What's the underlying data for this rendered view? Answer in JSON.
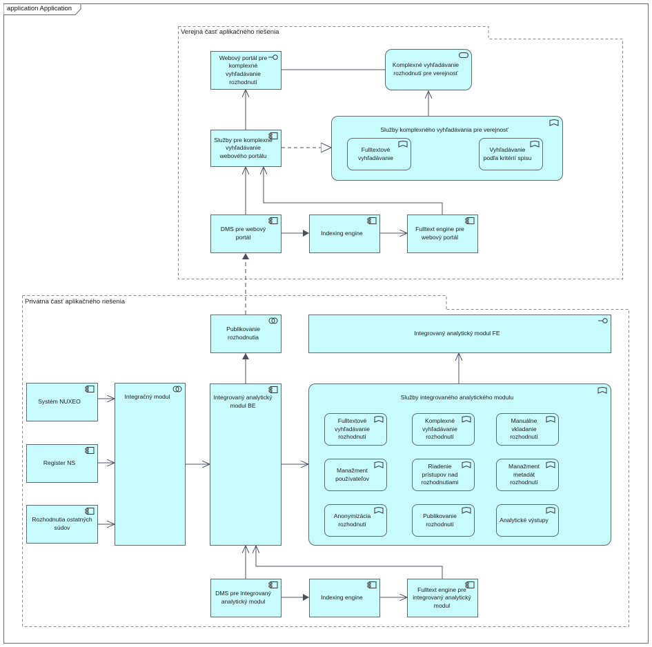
{
  "frame": {
    "title": "application Application"
  },
  "groups": {
    "public": "Verejná časť aplikačného riešenia",
    "private": "Privátna časť aplikačného riešenia"
  },
  "elements": {
    "web_portal": "Webový portál pre komplexné vyhľadávanie rozhodnutí",
    "complex_search_public": "Komplexné vyhľadávanie rozhodnutí pre verejnosť",
    "portal_services": "Služby pre komplexné vyhľadávanie webového portálu",
    "public_search_services": "Služby komplexného vyhľadávania pre verejnosť",
    "fulltext_search": "Fulltextové vyhľadávanie",
    "search_by_criteria": "Vyhľadávanie podľa kritérií spisu",
    "dms_web": "DMS pre webový portál",
    "indexing_engine_pub": "Indexing engine",
    "fulltext_engine_web": "Fulltext engine pre webový portál",
    "publish_decisions": "Publikovanie rozhodnutia",
    "analytics_fe": "Integrovaný analytický modul FE",
    "nuxeo": "Systém NUXEO",
    "register_ns": "Register NS",
    "other_courts": "Rozhodnutia ostatných súdov",
    "integration_module": "Integračný modul",
    "analytics_be": "Integrovaný analytický modul BE",
    "analytics_services": "Služby integrovaného analytického modulu",
    "svc_fulltext": "Fulltextové vyhľadávanie rozhodnutí",
    "svc_complex": "Komplexné vyhľadávanie rozhodnutí",
    "svc_manual": "Manuálne vkladanie rozhodnutí",
    "svc_users": "Manažment používateľov",
    "svc_access": "Riadenie prístupov nad rozhodnutiami",
    "svc_metadata": "Manažment metadát rozhodnutí",
    "svc_anon": "Anonymizácia rozhodnutí",
    "svc_publish": "Publikovanie rozhodnutí",
    "svc_outputs": "Analytické výstupy",
    "dms_analytics": "DMS pre integrovaný analytický modul",
    "indexing_engine_priv": "Indexing engine",
    "fulltext_engine_analytics": "Fulltext engine pre integrovaný analytický modul"
  },
  "colors": {
    "element_fill": "#c8fbfb",
    "border": "#5a6b6f",
    "line": "#4a4f66"
  }
}
